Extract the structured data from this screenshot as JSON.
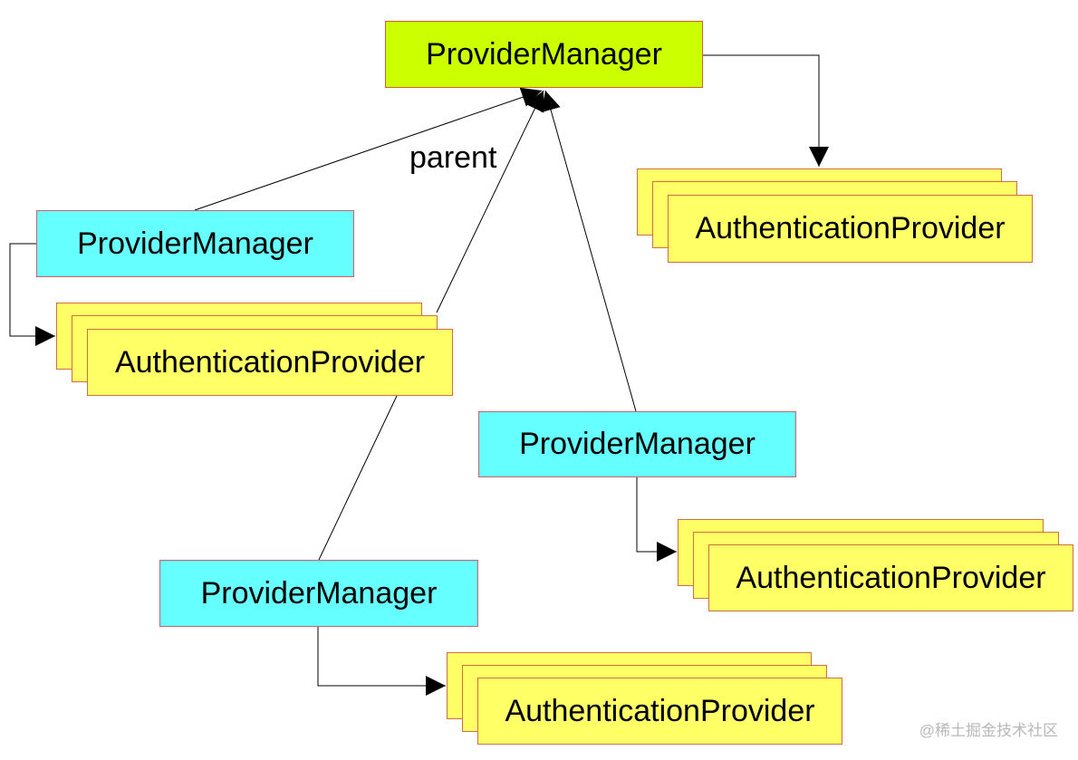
{
  "nodes": {
    "root": "ProviderManager",
    "pm_left": "ProviderManager",
    "pm_middle": "ProviderManager",
    "pm_bottom": "ProviderManager",
    "ap_root": "AuthenticationProvider",
    "ap_left": "AuthenticationProvider",
    "ap_middle": "AuthenticationProvider",
    "ap_bottom": "AuthenticationProvider"
  },
  "edge_label": "parent",
  "watermark": "@稀土掘金技术社区",
  "colors": {
    "root_fill": "#ccff00",
    "manager_fill": "#66ffff",
    "provider_fill": "#ffff66",
    "border": "#d06030"
  }
}
